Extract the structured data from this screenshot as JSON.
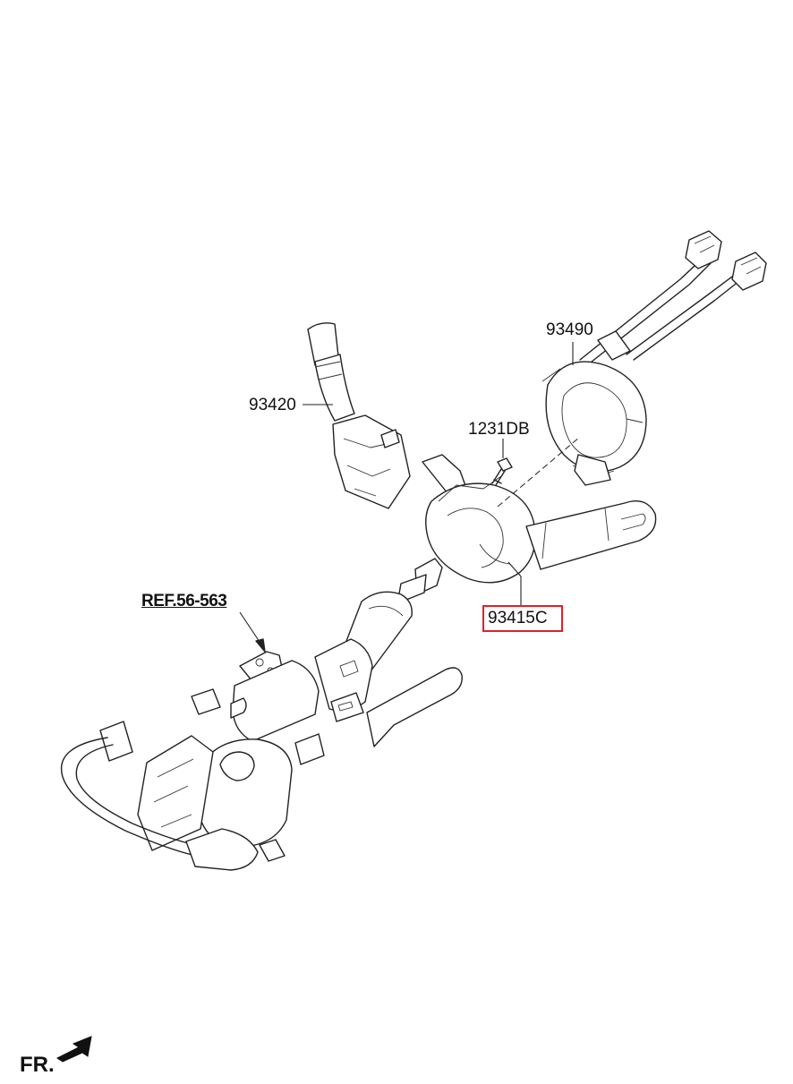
{
  "labels": {
    "part_93490": "93490",
    "part_93420": "93420",
    "part_1231DB": "1231DB",
    "part_93415C": "93415C",
    "ref": "REF.56-563",
    "fr": "FR."
  },
  "colors": {
    "highlight": "#e41e26",
    "line": "#222222"
  },
  "icons": {
    "front_direction": "arrow-icon"
  }
}
